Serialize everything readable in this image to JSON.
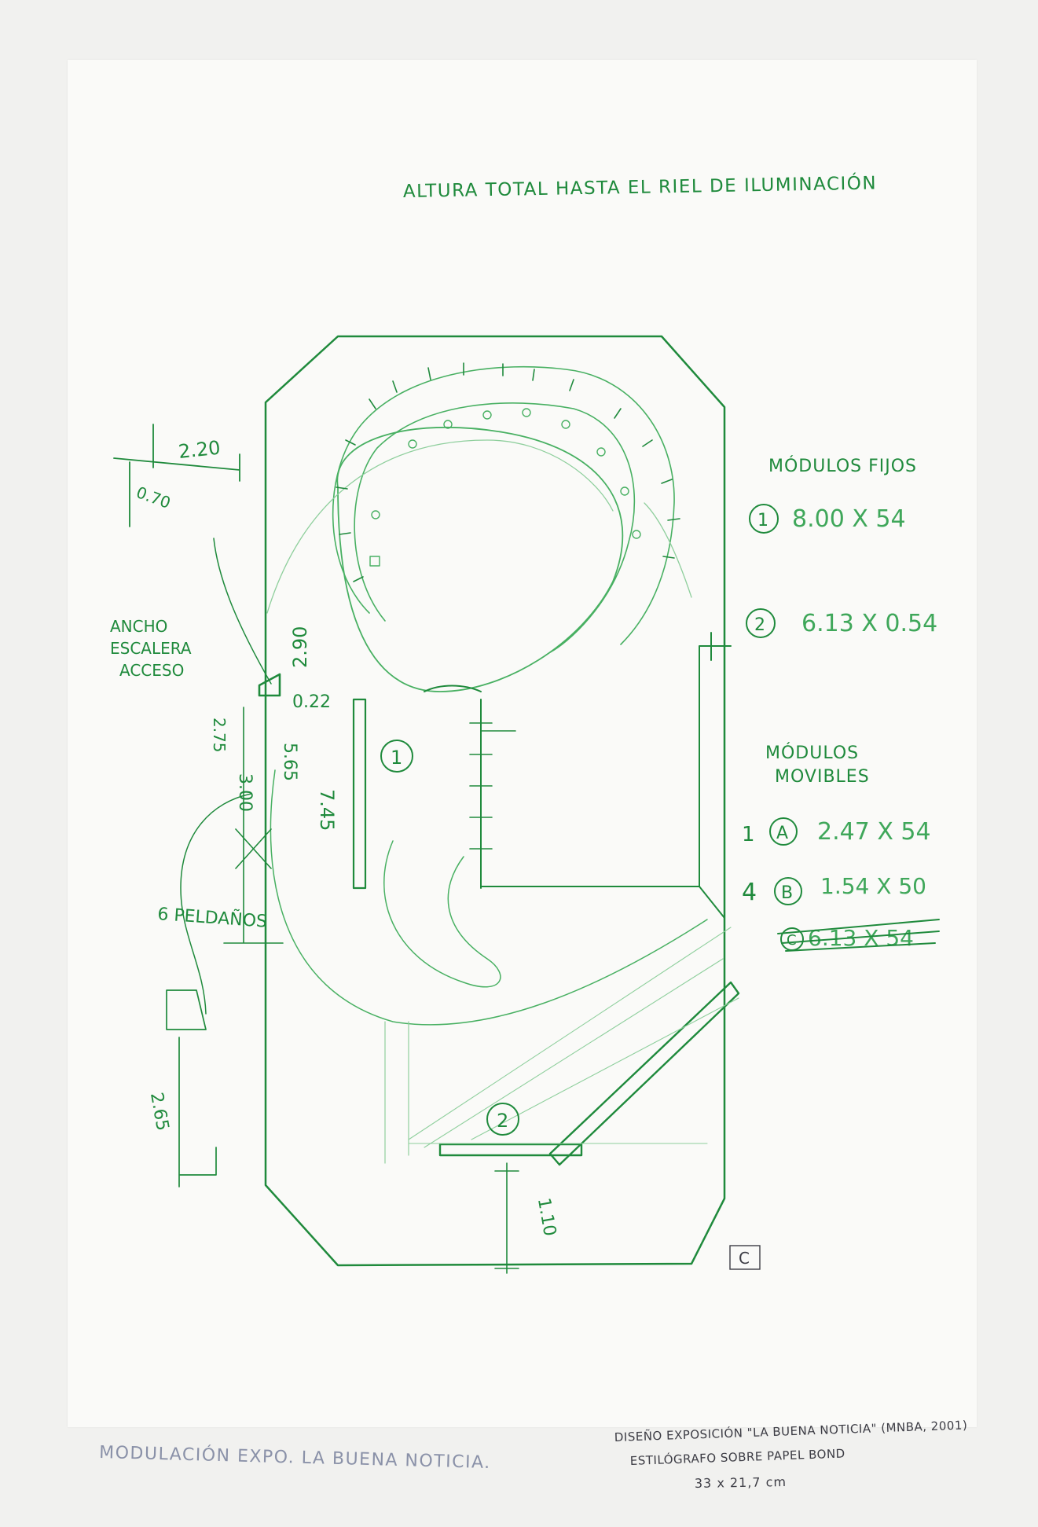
{
  "header_note": "ALTURA TOTAL HASTA EL RIEL DE ILUMINACIÓN",
  "fixed_modules": {
    "title": "MÓDULOS FIJOS",
    "items": [
      {
        "marker": "1",
        "dims": "8.00 X 54"
      },
      {
        "marker": "2",
        "dims": "6.13 X 0.54"
      }
    ]
  },
  "movable_modules": {
    "title_line1": "MÓDULOS",
    "title_line2": "MOVIBLES",
    "items": [
      {
        "qty": "1",
        "marker": "A",
        "dims": "2.47 X 54"
      },
      {
        "qty": "4",
        "marker": "B",
        "dims": "1.54 X 50"
      },
      {
        "qty": "",
        "marker": "C",
        "dims": "6.13 X 54",
        "struck": true
      }
    ]
  },
  "left_notes": {
    "stair_line1": "ANCHO",
    "stair_line2": "ESCALERA",
    "stair_line3": "ACCESO",
    "steps": "6 PELDAÑOS"
  },
  "dimensions": {
    "d_220": "2.20",
    "d_070": "0.70",
    "d_290": "2.90",
    "d_022": "0.22",
    "d_275": "2.75",
    "d_565": "5.65",
    "d_300": "3.00",
    "d_745": "7.45",
    "d_265": "2.65",
    "d_110": "1.10"
  },
  "plan_markers": {
    "m1": "1",
    "m2": "2"
  },
  "sheet_mark": "C",
  "footer": {
    "left_title": "MODULACIÓN EXPO. LA BUENA NOTICIA.",
    "caption_line1": "DISEÑO EXPOSICIÓN \"LA BUENA NOTICIA\" (MNBA, 2001)",
    "caption_line2": "ESTILÓGRAFO SOBRE PAPEL BOND",
    "caption_line3": "33 x 21,7 cm"
  },
  "colors": {
    "ink": "#1f8a3c",
    "paper": "#fafaf8",
    "background": "#f1f1ef",
    "pencil": "#8a91a8"
  }
}
